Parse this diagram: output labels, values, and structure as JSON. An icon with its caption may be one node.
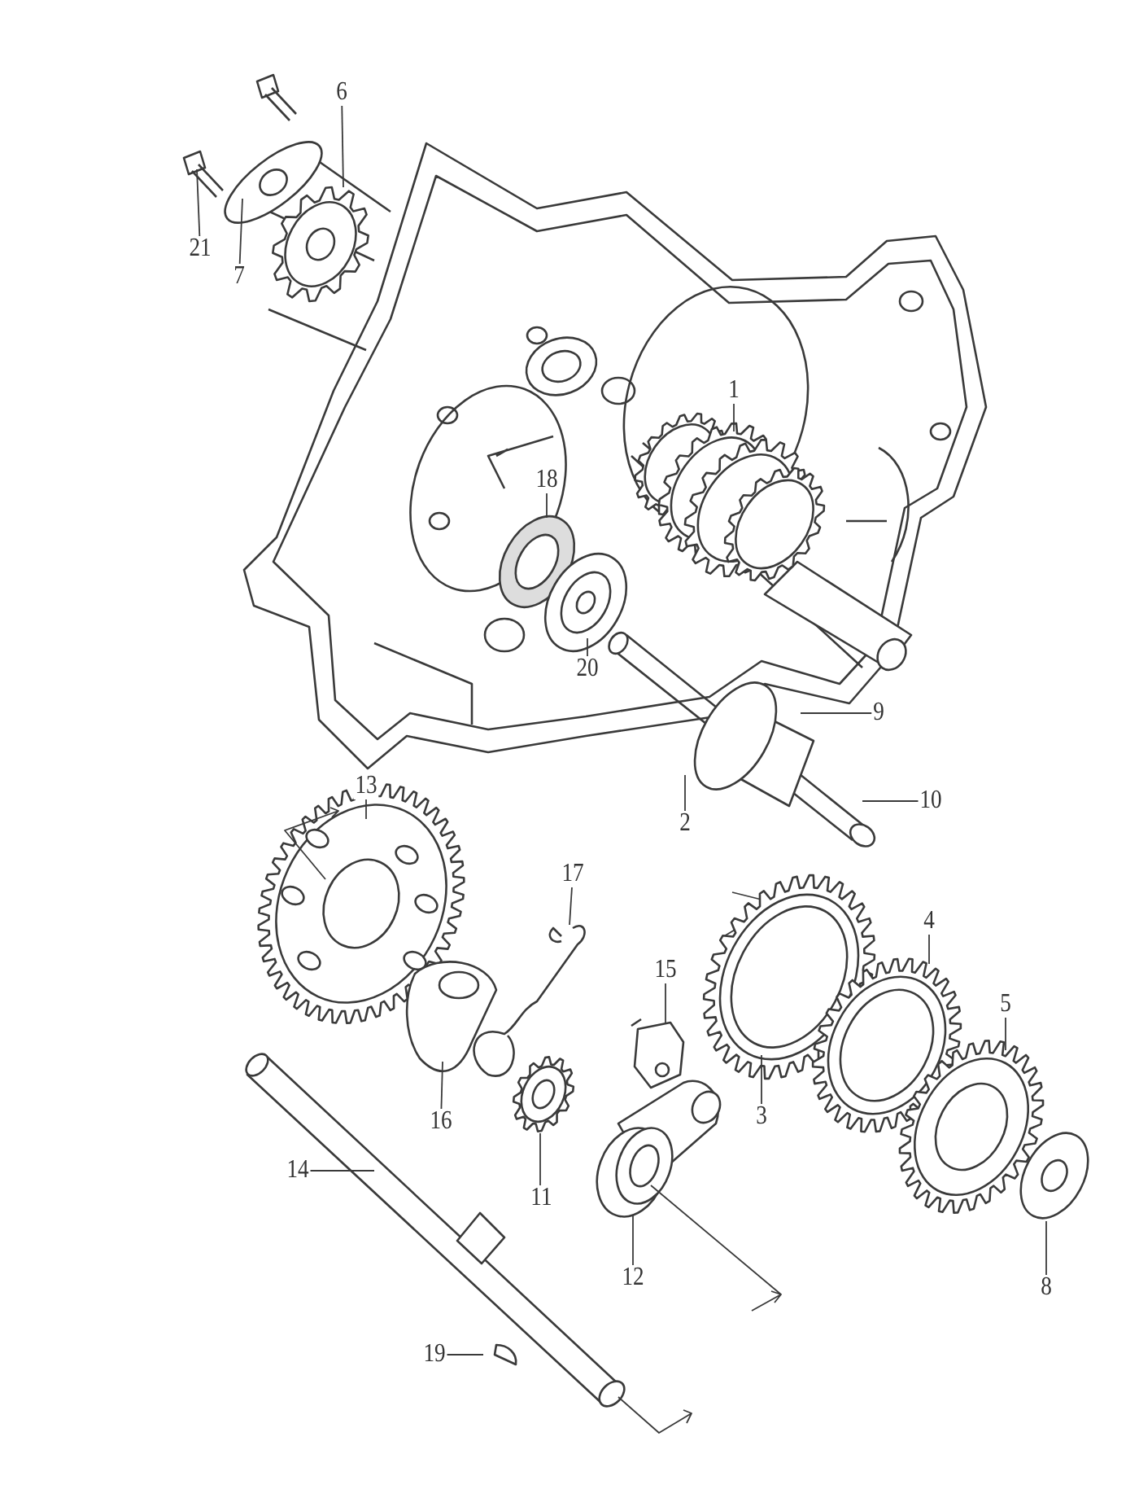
{
  "diagram": {
    "nodes": [
      {
        "text": [
          "6"
        ]
      },
      {
        "text": [
          "21"
        ]
      },
      {
        "text": [
          "7"
        ]
      },
      {
        "text": [
          "1"
        ]
      },
      {
        "text": [
          "18"
        ]
      },
      {
        "text": [
          "20"
        ]
      },
      {
        "text": [
          "9"
        ]
      },
      {
        "text": [
          "2"
        ]
      },
      {
        "text": [
          "10"
        ]
      },
      {
        "text": [
          "13"
        ]
      },
      {
        "text": [
          "17"
        ]
      },
      {
        "text": [
          "15"
        ]
      },
      {
        "text": [
          "4"
        ]
      },
      {
        "text": [
          "5"
        ]
      },
      {
        "text": [
          "3"
        ]
      },
      {
        "text": [
          "16"
        ]
      },
      {
        "text": [
          "14"
        ]
      },
      {
        "text": [
          "11"
        ]
      },
      {
        "text": [
          "12"
        ]
      },
      {
        "text": [
          "8"
        ]
      },
      {
        "text": [
          "19"
        ]
      }
    ],
    "edges": [
      {
        "from": 0,
        "to": null,
        "arrow": "none"
      },
      {
        "from": 1,
        "to": null,
        "arrow": "none"
      },
      {
        "from": 2,
        "to": null,
        "arrow": "none"
      },
      {
        "from": 3,
        "to": null,
        "arrow": "none"
      },
      {
        "from": 4,
        "to": null,
        "arrow": "none"
      },
      {
        "from": 5,
        "to": null,
        "arrow": "none"
      },
      {
        "from": 6,
        "to": null,
        "arrow": "none"
      },
      {
        "from": 7,
        "to": null,
        "arrow": "none"
      },
      {
        "from": 8,
        "to": null,
        "arrow": "none"
      },
      {
        "from": 9,
        "to": null,
        "arrow": "none"
      },
      {
        "from": 10,
        "to": null,
        "arrow": "none"
      },
      {
        "from": 11,
        "to": null,
        "arrow": "none"
      },
      {
        "from": 12,
        "to": null,
        "arrow": "none"
      },
      {
        "from": 13,
        "to": null,
        "arrow": "none"
      },
      {
        "from": 14,
        "to": null,
        "arrow": "none"
      },
      {
        "from": 15,
        "to": null,
        "arrow": "none"
      },
      {
        "from": 16,
        "to": null,
        "arrow": "none"
      },
      {
        "from": 17,
        "to": null,
        "arrow": "none"
      },
      {
        "from": 18,
        "to": null,
        "arrow": "none"
      },
      {
        "from": 19,
        "to": null,
        "arrow": "none"
      },
      {
        "from": 20,
        "to": null,
        "arrow": "none"
      }
    ]
  }
}
